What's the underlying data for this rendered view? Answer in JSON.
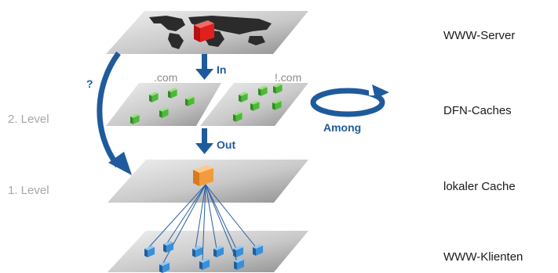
{
  "layers": {
    "server": "WWW-Server",
    "dfn": "DFN-Caches",
    "local": "lokaler Cache",
    "clients": "WWW-Klienten"
  },
  "levels": {
    "level2": "2. Level",
    "level1": "1. Level"
  },
  "arrows": {
    "in": "In",
    "out": "Out",
    "among": "Among",
    "question": "?"
  },
  "domains": {
    "com": ".com",
    "not_com": "!.com"
  },
  "colors": {
    "arrow": "#1f5b9c",
    "server_cube": "#e0201c",
    "cache_cube": "#f39a3c",
    "dfn_cube": "#4fb83a",
    "client_cube": "#3b8fd6",
    "plane_light": "#e3e3e3",
    "plane_dark": "#8a8a8a"
  }
}
